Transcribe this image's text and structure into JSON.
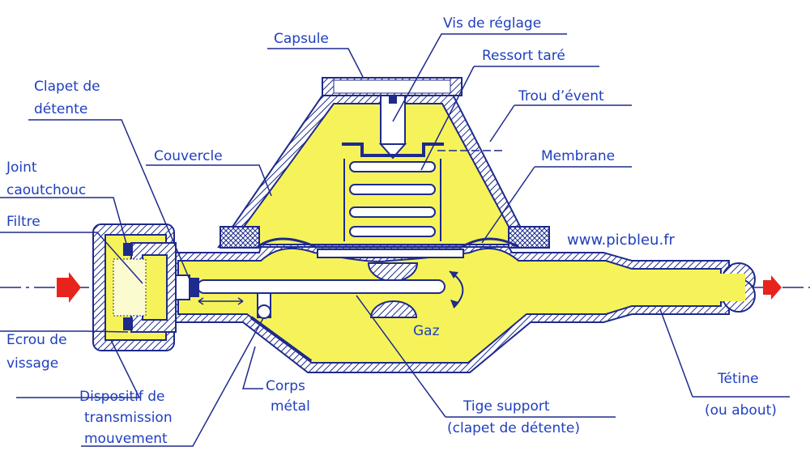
{
  "labels": {
    "capsule": "Capsule",
    "vis_reglage": "Vis de réglage",
    "ressort_tare": "Ressort taré",
    "trou_event": "Trou d’évent",
    "membrane": "Membrane",
    "clapet_detente_1": "Clapet de",
    "clapet_detente_2": "détente",
    "couvercle": "Couvercle",
    "joint_1": "Joint",
    "joint_2": "caoutchouc",
    "filtre": "Filtre",
    "website": "www.picbleu.fr",
    "gaz": "Gaz",
    "ecrou_1": "Ecrou de",
    "ecrou_2": "vissage",
    "dispositif_1": "Dispositif de",
    "dispositif_2": "transmission",
    "dispositif_3": "mouvement",
    "corps_1": "Corps",
    "corps_2": "métal",
    "tige_1": "Tige support",
    "tige_2": "(clapet de détente)",
    "tetine_1": "Tétine",
    "tetine_2": "(ou about)"
  },
  "colors": {
    "label_text": "#1f3fbf",
    "fill_yellow": "#f6f35a",
    "outline": "#1e2a8c",
    "flow_arrow": "#e8231c"
  }
}
